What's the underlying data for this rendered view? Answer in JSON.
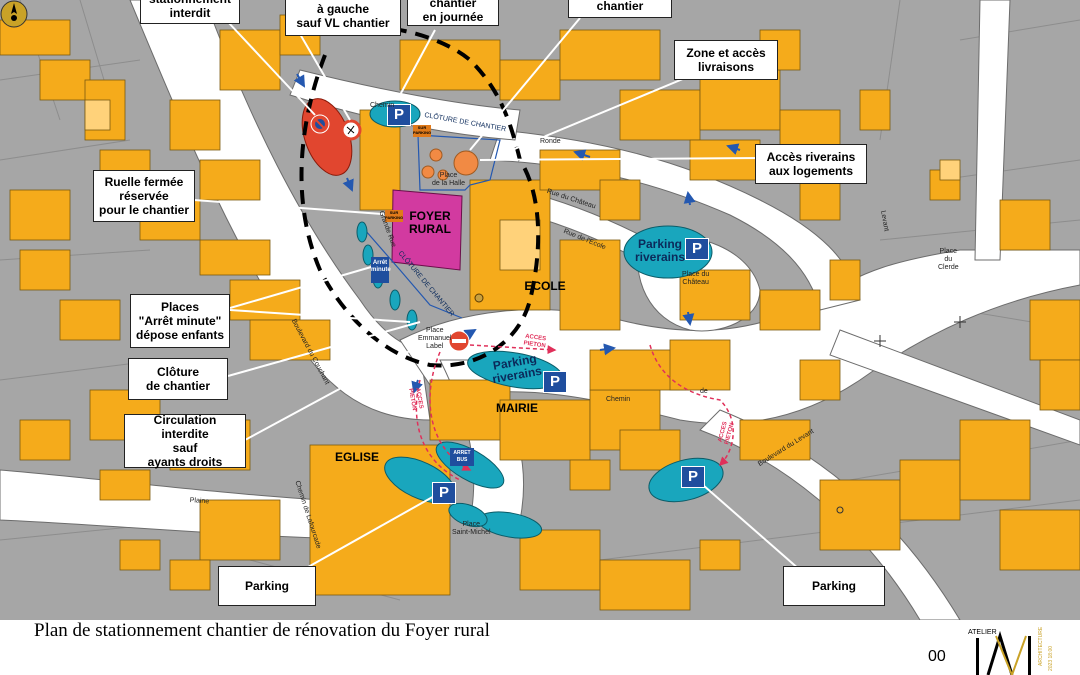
{
  "title": "Plan de stationnement chantier de rénovation du Foyer rural",
  "page_number": "00",
  "logo": {
    "text": "ATELIER",
    "side_text": "ARCHITECTURE",
    "date_text": "2023 18:00"
  },
  "callouts": {
    "stationnement": "stationnement\ninterdit",
    "tourne_gauche": "à gauche\nsauf VL chantier",
    "chantier_journee": "chantier\nen journée",
    "chantier_top": "chantier",
    "zone_livraisons": "Zone et accès\nlivraisons",
    "acces_riverains": "Accès riverains\naux logements",
    "ruelle_fermee": "Ruelle fermée\nréservée\npour le chantier",
    "places_arret": "Places\n\"Arrêt minute\"\ndépose enfants",
    "cloture": "Clôture\nde chantier",
    "circulation": "Circulation interdite\nsauf\nayants droits",
    "parking_left": "Parking",
    "parking_right": "Parking"
  },
  "buildings": {
    "foyer": "FOYER\nRURAL",
    "ecole": "ECOLE",
    "mairie": "MAIRIE",
    "eglise": "EGLISE"
  },
  "parking_labels": {
    "riverains_east": "Parking\nriverains",
    "riverains_center": "Parking\nriverains",
    "p": "P"
  },
  "signs": {
    "arret_minute": "Arrêt\nminute",
    "arret_bus": "ARRET\nBUS",
    "sortie": "SUR\nPARKING",
    "acces_pieton_1": "ACCES\nPIETON",
    "acces_pieton_2": "ACCES\nPIETON",
    "acces_pieton_3": "ACCES\nPIETON"
  },
  "streets": {
    "cloture_top": "CLÔTURE DE CHANTIER",
    "cloture_side": "CLÔTURE DE CHANTIER",
    "chemin_top": "Chemin",
    "ronde": "Ronde",
    "rue_chateau": "Rue du Château",
    "rue_ecole": "Rue de l'Ecole",
    "place_halle": "Place\nde la Halle",
    "place_chateau": "Place du\nChâteau",
    "place_emmanuel": "Place\nEmmanuel\nLabel",
    "place_st_michel": "Place\nSaint-Michel",
    "boulevard_couchant": "Boulevard du Couchant",
    "boulevard_levant": "Boulevard du Levant",
    "chemin_bottom": "Chemin",
    "chemin_de": "de",
    "chemin_lafourcade": "Chemin de Lafourcade",
    "place_clerde": "Place\ndu\nClerde",
    "levant": "Levant",
    "guerre": "Grande Rue",
    "plaine": "Plaine"
  },
  "colors": {
    "building": "#f5ab1b",
    "building_light": "#ffd27a",
    "parcel": "#a6a6a6",
    "street": "#ffffff",
    "parking": "#19a6bd",
    "foyer": "#d23aa0",
    "forbidden_zone": "#e1462f",
    "route": "#000000",
    "pedestrian": "#e0305a",
    "sign_blue": "#1f4e9e",
    "arrow_blue": "#2458b0"
  }
}
